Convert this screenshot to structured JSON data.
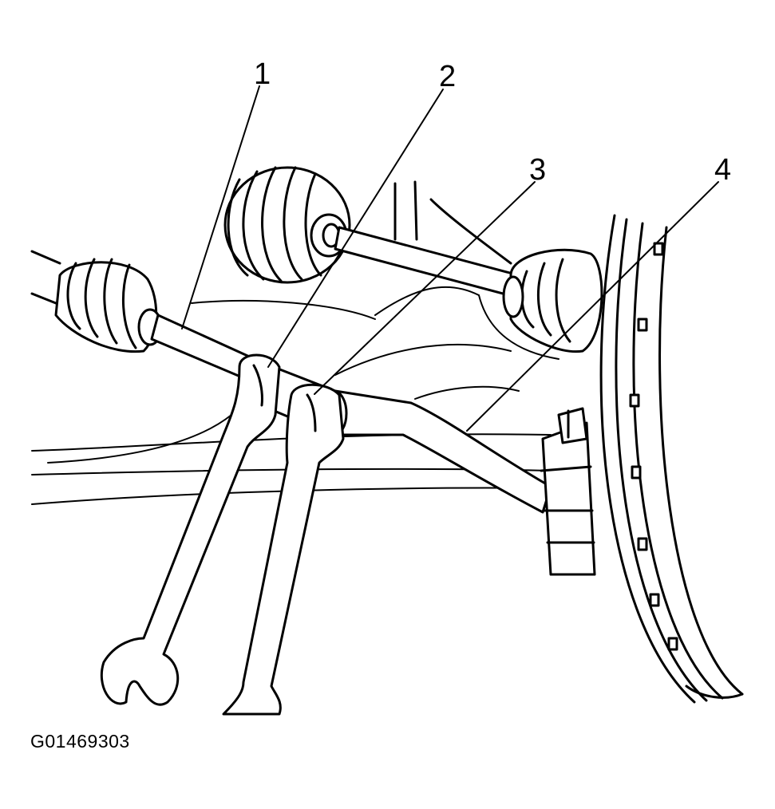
{
  "figure": {
    "callouts": [
      {
        "id": "1",
        "label": "1"
      },
      {
        "id": "2",
        "label": "2"
      },
      {
        "id": "3",
        "label": "3"
      },
      {
        "id": "4",
        "label": "4"
      }
    ],
    "figure_code": "G01469303"
  },
  "colors": {
    "ink": "#000000",
    "background": "#ffffff"
  }
}
